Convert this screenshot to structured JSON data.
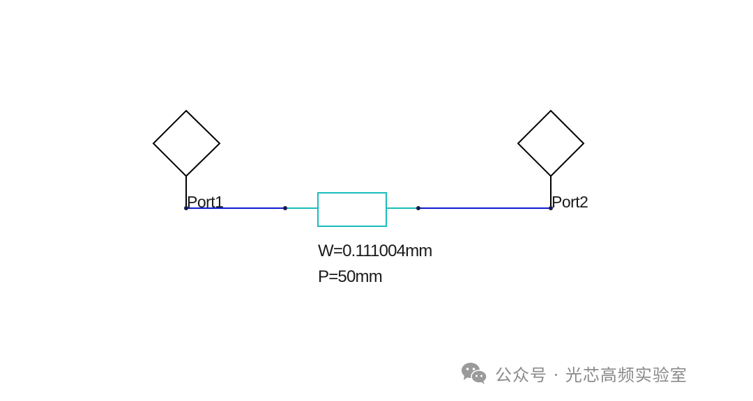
{
  "schematic": {
    "ports": [
      {
        "label": "Port1"
      },
      {
        "label": "Port2"
      }
    ],
    "component": {
      "width_param": "W=0.111004mm",
      "length_param": "P=50mm"
    },
    "colors": {
      "wire": "#0a1ad0",
      "component": "#19bcbc",
      "port_symbol": "#000000",
      "node": "#1a1a4a"
    }
  },
  "watermark": {
    "icon": "wechat-icon",
    "text": "公众号 · 光芯高频实验室"
  }
}
